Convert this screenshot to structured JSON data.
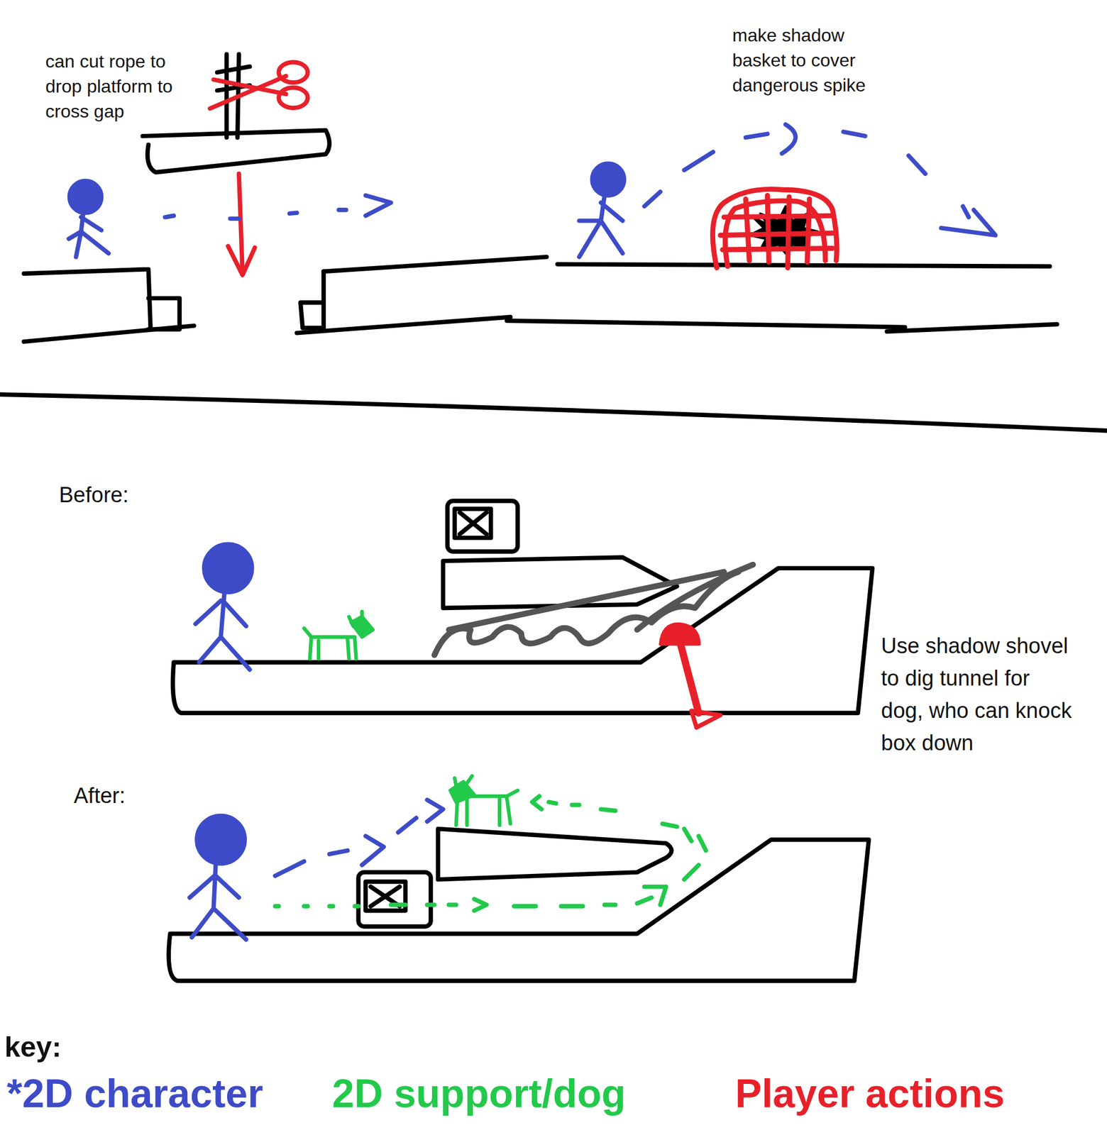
{
  "diagram": {
    "labels": [
      "can cut rope to drop platform to cross gap",
      "make shadow basket to cover dangerous spike",
      "Before:",
      "Use shadow shovel to dig tunnel for dog, who can knock box down",
      "After:",
      "key:"
    ],
    "legend": [
      {
        "text": "*2D character",
        "color": "#3d4bc8"
      },
      {
        "text": "2D support/dog",
        "color": "#22c94a"
      },
      {
        "text": "Player actions",
        "color": "#e8202a"
      }
    ]
  }
}
